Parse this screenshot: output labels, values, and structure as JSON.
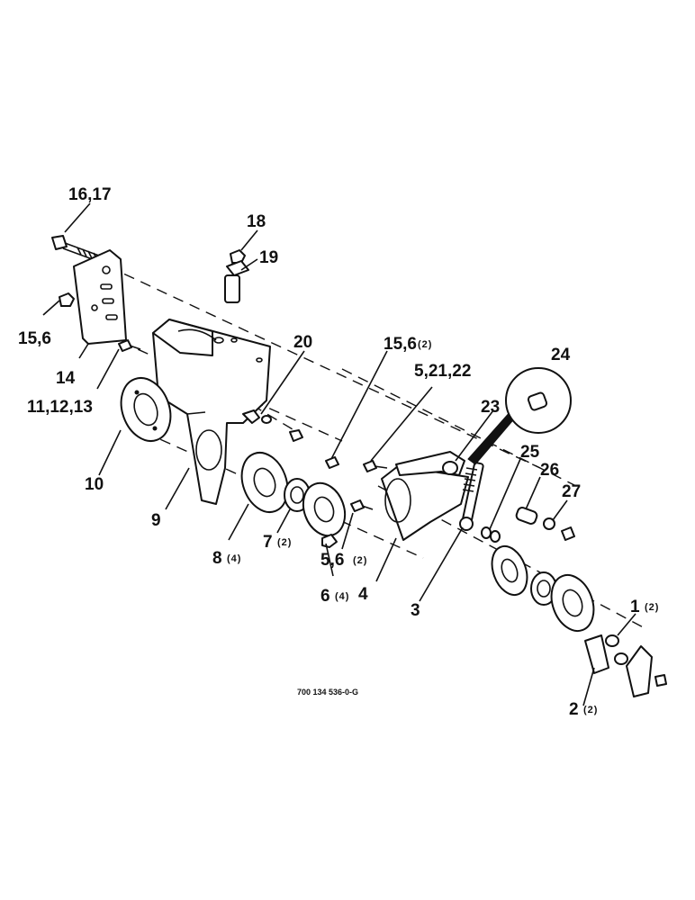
{
  "drawing_code": "700 134 536-0-G",
  "callouts": {
    "c16_17": "16,17",
    "c18": "18",
    "c19": "19",
    "c15_6": "15,6",
    "c14": "14",
    "c11_12_13": "11,12,13",
    "c20": "20",
    "c10": "10",
    "c9": "9",
    "c8": "8",
    "c8_qty": "(4)",
    "c7": "7",
    "c7_qty": "(2)",
    "c6": "6",
    "c6_qty": "(4)",
    "c5_6": "5,6",
    "c5_6_qty": "(2)",
    "c15_6b": "15,6",
    "c15_6b_qty": "(2)",
    "c5_21_22": "5,21,22",
    "c4": "4",
    "c3": "3",
    "c23": "23",
    "c24": "24",
    "c25": "25",
    "c26": "26",
    "c27": "27",
    "c1": "1",
    "c1_qty": "(2)",
    "c2": "2",
    "c2_qty": "(2)"
  }
}
